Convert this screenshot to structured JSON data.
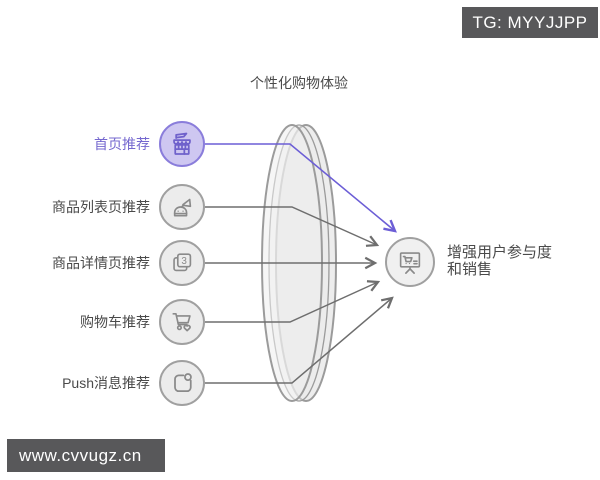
{
  "page": {
    "title": "个性化购物体验"
  },
  "badges": {
    "top_right": "TG: MYYJJPP",
    "bottom_left": "www.cvvugz.cn"
  },
  "sources": [
    {
      "label": "首页推荐",
      "icon": "storefront-icon",
      "highlighted": true
    },
    {
      "label": "商品列表页推荐",
      "icon": "robot-megaphone-icon",
      "highlighted": false
    },
    {
      "label": "商品详情页推荐",
      "icon": "stacked-pages-icon",
      "highlighted": false
    },
    {
      "label": "购物车推荐",
      "icon": "cart-heart-icon",
      "highlighted": false
    },
    {
      "label": "Push消息推荐",
      "icon": "notification-icon",
      "highlighted": false
    }
  ],
  "target": {
    "label_line1": "增强用户参与度",
    "label_line2": "和销售",
    "icon": "presentation-cart-icon"
  },
  "pages_icon_number": "3",
  "colors": {
    "accent_purple_text": "#7568cf",
    "purple_node_fill": "#cec7f1",
    "purple_node_stroke": "#8a7ddb",
    "purple_line": "#6c5ed6",
    "gray_node_fill": "#ececec",
    "gray_node_stroke": "#a0a0a0",
    "gray_line": "#6e6e6e",
    "label_text": "#4a4a4a",
    "lens_fill": "#ebebeb",
    "lens_stroke": "#9b9b9b",
    "badge_bg": "#58585a"
  }
}
